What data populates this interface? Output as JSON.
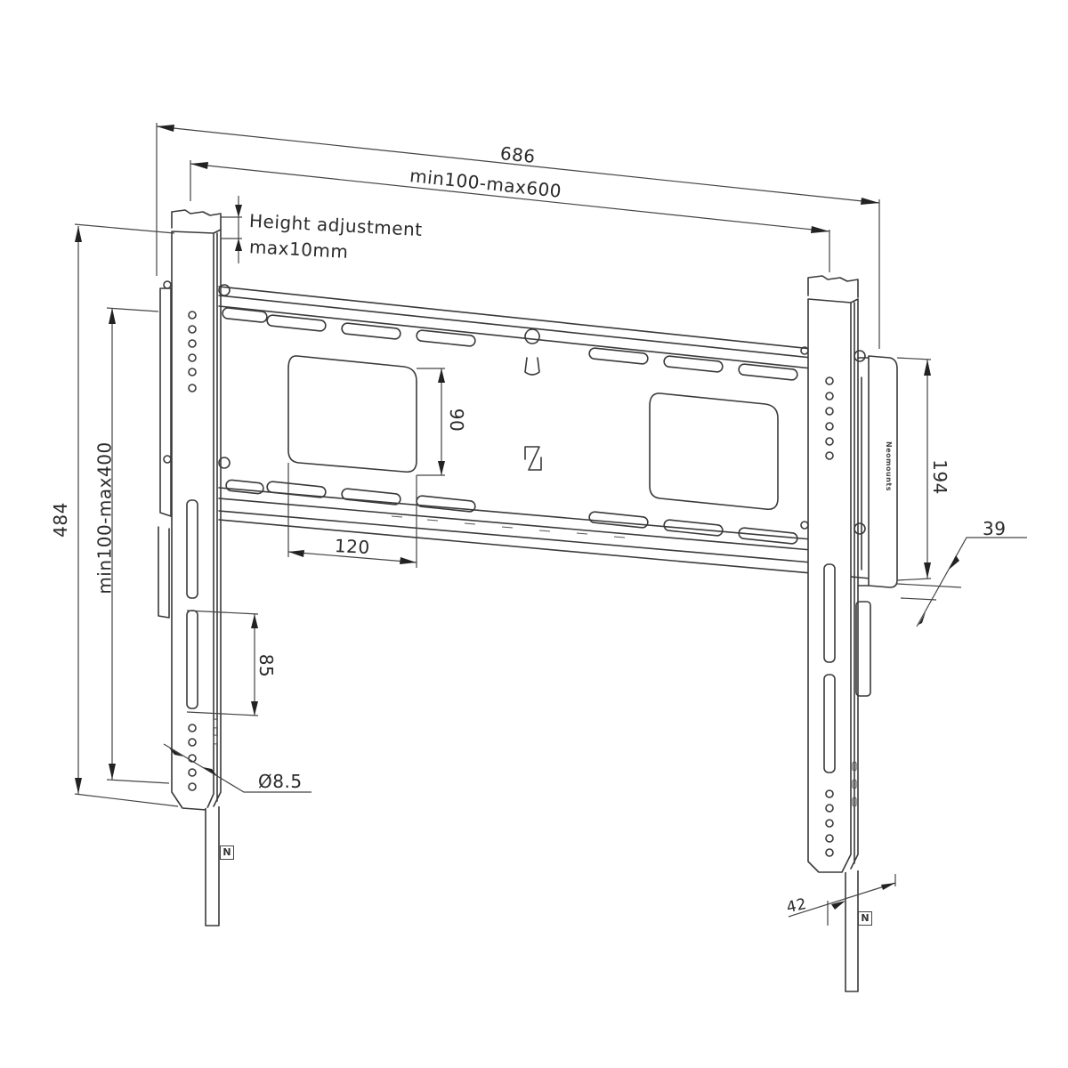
{
  "diagram": {
    "subject": "Tilting TV wall mount bracket – dimensional drawing",
    "line_color": "#3a3a3a",
    "background": "#ffffff"
  },
  "dimensions": {
    "overall_width": "686",
    "vesa_width_range": "min100-max600",
    "height_adjustment_line1": "Height adjustment",
    "height_adjustment_line2": "max10mm",
    "overall_height": "484",
    "vesa_height_range": "min100-max400",
    "wall_plate_height": "194",
    "wall_distance": "39",
    "cutout_height": "90",
    "cutout_width": "120",
    "slot_spacing": "85",
    "hole_diameter": "Ø8.5",
    "arm_depth": "42"
  },
  "markings": {
    "brand_text": "Neomounts",
    "logo_letter": "N",
    "arm_badge_left": "N",
    "arm_badge_right": "N"
  }
}
